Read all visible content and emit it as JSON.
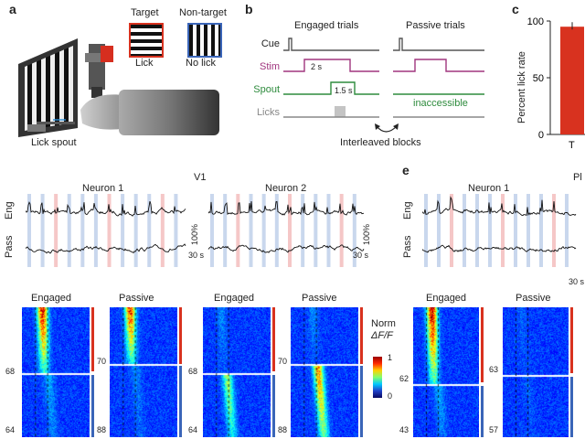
{
  "panel_labels": {
    "a": "a",
    "b": "b",
    "c": "c",
    "e": "e"
  },
  "panel_a": {
    "target_label": "Target",
    "nontarget_label": "Non-target",
    "lick_label": "Lick",
    "nolick_label": "No lick",
    "spout_label": "Lick spout"
  },
  "panel_b": {
    "engaged_title": "Engaged trials",
    "passive_title": "Passive trials",
    "rows": [
      {
        "name": "Cue",
        "color": "#555555"
      },
      {
        "name": "Stim",
        "color": "#a0357e"
      },
      {
        "name": "Spout",
        "color": "#2e8b3d"
      },
      {
        "name": "Licks",
        "color": "#888888"
      }
    ],
    "stim_duration": "2 s",
    "spout_duration": "1.5 s",
    "inaccessible": "inaccessible",
    "interleaved": "Interleaved blocks"
  },
  "panel_c": {
    "ylabel": "Percent lick rate",
    "yticks": [
      "100",
      "50",
      "0"
    ],
    "xtick": "T",
    "bar_value": 95,
    "bar_color": "#d8321f",
    "ylim": [
      0,
      100
    ]
  },
  "panel_d": {
    "area": "V1",
    "neuron1": "Neuron 1",
    "neuron2": "Neuron 2",
    "eng": "Eng",
    "pass": "Pass",
    "scale_y": "100%",
    "scale_x": "30 s"
  },
  "panel_e": {
    "area": "Pl",
    "neuron1": "Neuron 1",
    "eng": "Eng",
    "pass": "Pass",
    "scale_x": "30 s"
  },
  "heatmaps": {
    "engaged": "Engaged",
    "passive": "Passive",
    "norm_line1": "Norm",
    "norm_line2": "ΔF/F",
    "cbar_max": "1",
    "cbar_min": "0",
    "v1_counts": {
      "eng_left_top": "68",
      "eng_left_bottom": "64",
      "pass_left_top": "70",
      "pass_left_bottom": "88",
      "eng_right_top": "68",
      "eng_right_bottom": "64",
      "pass_right_top": "70",
      "pass_right_bottom": "88"
    },
    "pl_counts": {
      "eng_top": "62",
      "eng_bottom": "43",
      "pass_top": "63",
      "pass_bottom": "57"
    }
  }
}
